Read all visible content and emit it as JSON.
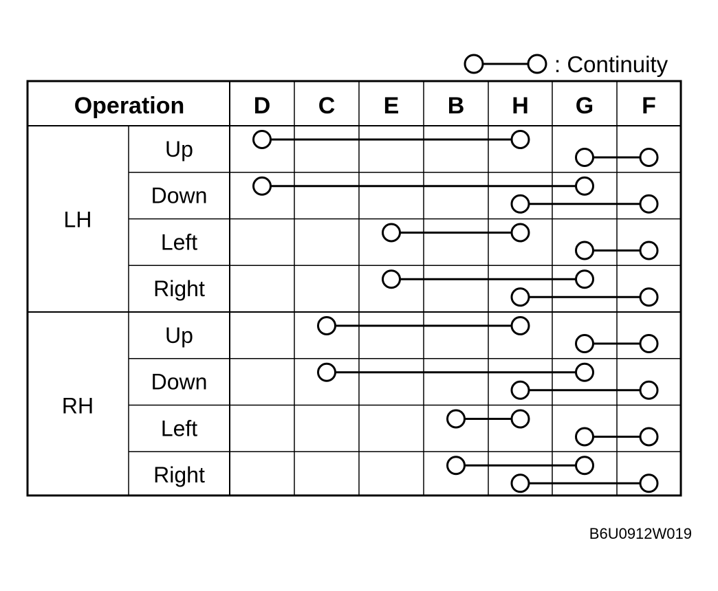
{
  "legend": {
    "label": ": Continuity"
  },
  "table": {
    "operation_header": "Operation",
    "terminals": [
      "D",
      "C",
      "E",
      "B",
      "H",
      "G",
      "F"
    ],
    "groups": [
      {
        "label": "LH",
        "rows": [
          {
            "label": "Up",
            "connections": [
              [
                "D",
                "H"
              ],
              [
                "G",
                "F"
              ]
            ]
          },
          {
            "label": "Down",
            "connections": [
              [
                "D",
                "G"
              ],
              [
                "H",
                "F"
              ]
            ]
          },
          {
            "label": "Left",
            "connections": [
              [
                "E",
                "H"
              ],
              [
                "G",
                "F"
              ]
            ]
          },
          {
            "label": "Right",
            "connections": [
              [
                "E",
                "G"
              ],
              [
                "H",
                "F"
              ]
            ]
          }
        ]
      },
      {
        "label": "RH",
        "rows": [
          {
            "label": "Up",
            "connections": [
              [
                "C",
                "H"
              ],
              [
                "G",
                "F"
              ]
            ]
          },
          {
            "label": "Down",
            "connections": [
              [
                "C",
                "G"
              ],
              [
                "H",
                "F"
              ]
            ]
          },
          {
            "label": "Left",
            "connections": [
              [
                "B",
                "H"
              ],
              [
                "G",
                "F"
              ]
            ]
          },
          {
            "label": "Right",
            "connections": [
              [
                "B",
                "G"
              ],
              [
                "H",
                "F"
              ]
            ]
          }
        ]
      }
    ]
  },
  "figure_code": "B6U0912W019"
}
